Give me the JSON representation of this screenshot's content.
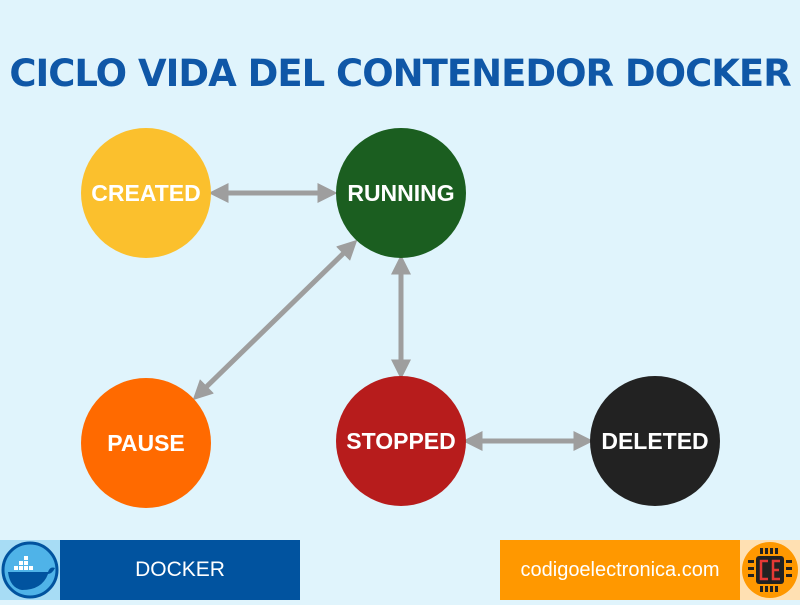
{
  "title": "CICLO VIDA DEL CONTENEDOR DOCKER",
  "states": {
    "created": {
      "label": "CREATED",
      "color": "#fbc02d"
    },
    "running": {
      "label": "RUNNING",
      "color": "#1b5e20"
    },
    "pause": {
      "label": "PAUSE",
      "color": "#ff6a00"
    },
    "stopped": {
      "label": "STOPPED",
      "color": "#b71c1c"
    },
    "deleted": {
      "label": "DELETED",
      "color": "#222222"
    }
  },
  "footer": {
    "left_label": "DOCKER",
    "right_label": "codigoelectronica.com",
    "logo_text": "CE"
  }
}
